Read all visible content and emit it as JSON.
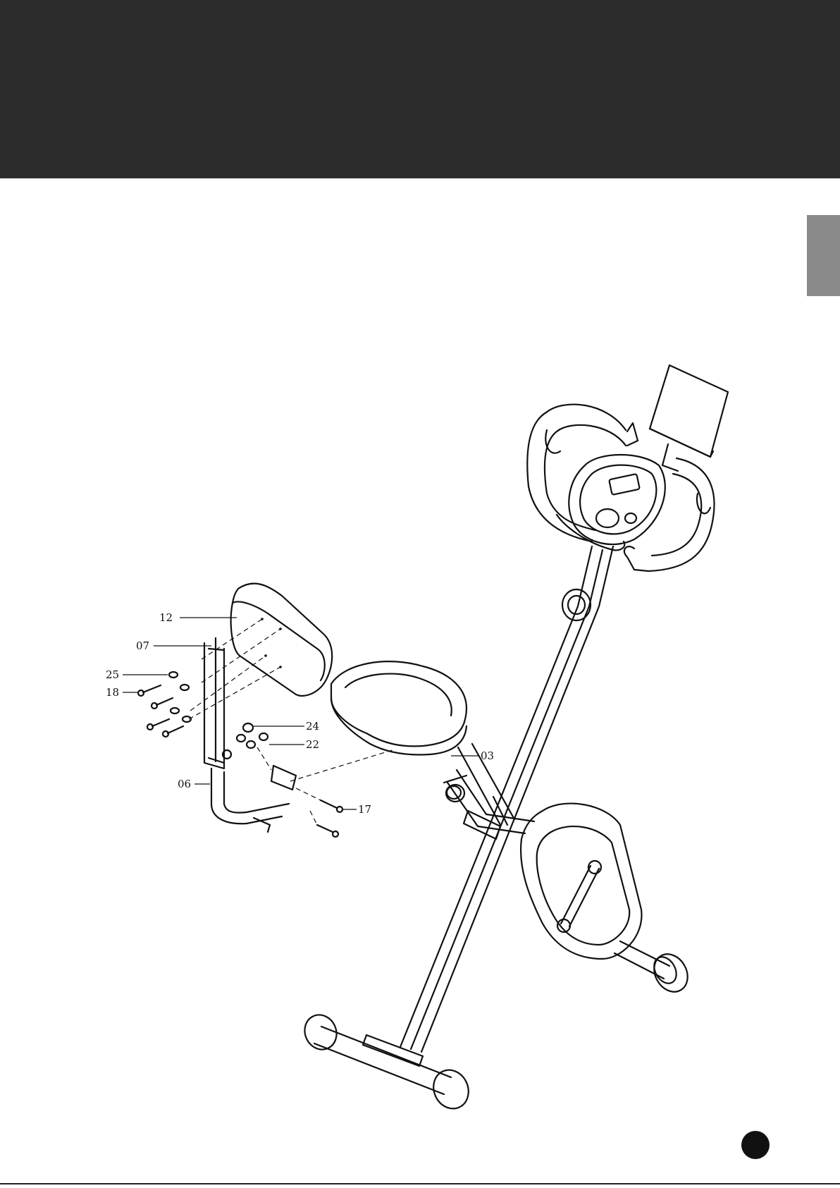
{
  "diagram": {
    "callouts": [
      {
        "id": "c12",
        "text": "12"
      },
      {
        "id": "c07",
        "text": "07"
      },
      {
        "id": "c25",
        "text": "25"
      },
      {
        "id": "c18",
        "text": "18"
      },
      {
        "id": "c24",
        "text": "24"
      },
      {
        "id": "c22",
        "text": "22"
      },
      {
        "id": "c03",
        "text": "03"
      },
      {
        "id": "c06",
        "text": "06"
      },
      {
        "id": "c17",
        "text": "17"
      }
    ]
  }
}
